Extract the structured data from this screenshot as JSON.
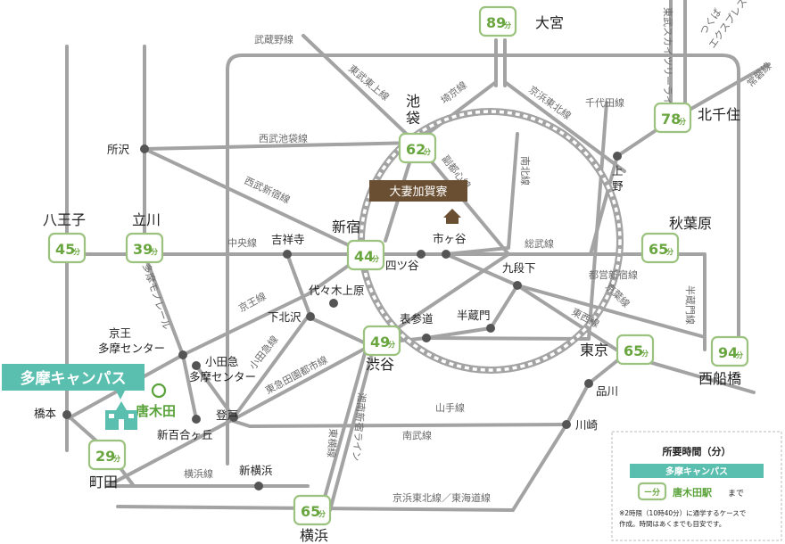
{
  "campus": {
    "name": "多摩キャンパス",
    "station": "唐木田"
  },
  "dormitory": "大妻加賀寮",
  "minutes_unit": "分",
  "times": {
    "omiya": "89",
    "ikebukuro": "62",
    "kitasenju": "78",
    "hachioji": "45",
    "tachikawa": "39",
    "shinjuku": "44",
    "akihabara": "65",
    "shibuya": "49",
    "tokyo": "65",
    "nishifunabashi": "94",
    "machida": "29",
    "yokohama": "65"
  },
  "stations": {
    "omiya": "大宮",
    "ikebukuro": "池袋",
    "kitasenju": "北千住",
    "tokorozawa": "所沢",
    "ueno": "上野",
    "hachioji": "八王子",
    "tachikawa": "立川",
    "shinjuku": "新宿",
    "ichigaya": "市ヶ谷",
    "akihabara": "秋葉原",
    "kichijoji": "吉祥寺",
    "yotsuya": "四ツ谷",
    "kudanshita": "九段下",
    "yoyogi_uehara": "代々木上原",
    "shimokitazawa": "下北沢",
    "omotesando": "表参道",
    "hanzomon": "半蔵門",
    "keio_tama_center": "京王\n多摩センター",
    "odakyu_tama_center": "小田急\n多摩センター",
    "shibuya": "渋谷",
    "tokyo": "東京",
    "nishifunabashi": "西船橋",
    "shinagawa": "品川",
    "hashimoto": "橋本",
    "noborito": "登戸",
    "shinyurigaoka": "新百合ヶ丘",
    "kawasaki": "川崎",
    "machida": "町田",
    "shinyokohama": "新横浜",
    "yokohama": "横浜"
  },
  "lines": {
    "musashino": "武蔵野線",
    "tobu_tojo": "東武東上線",
    "saikyo": "埼京線",
    "keihin_tohoku_north": "京浜東北線",
    "chiyoda": "千代田線",
    "tobu_skytree": "東武スカイツリーライン",
    "tsukuba": "つくば\nエクスプレス",
    "joban": "常磐線",
    "seibu_ikebukuro": "西武池袋線",
    "fukutoshin": "副都心線",
    "nanboku": "南北線",
    "seibu_shinjuku": "西武新宿線",
    "chuo": "中央線",
    "sobu": "総武線",
    "toei_shinjuku": "都営新宿線",
    "tama_monorail": "多摩モノレール",
    "keio": "京王線",
    "odakyu": "小田急線",
    "tozai": "東西線",
    "keiyo": "京葉線",
    "hanzomon": "半蔵門線",
    "toyoko": "東横線",
    "den_en_toshi": "東急田園都市線",
    "yamanote": "山手線",
    "shonan_shinjuku": "湘南新宿ライン",
    "nambu": "南武線",
    "yokohama": "横浜線",
    "keihin_tokaido": "京浜東北線／東海道線"
  },
  "legend": {
    "title": "所要時間（分）",
    "campus": "多摩キャンパス",
    "sample_box": "ー分",
    "from_station": "唐木田駅",
    "suffix": "まで",
    "note": "※2時限（10時40分）に通学するケースで\n作成。時間はあくまでも目安です。"
  },
  "colors": {
    "rail": "#a3a3a3",
    "time_green": "#6aa640",
    "time_border": "#9bc27f",
    "campus_teal": "#5bbfb0",
    "campus_green": "#5aa23a",
    "dorm_brown": "#6b4f32"
  }
}
